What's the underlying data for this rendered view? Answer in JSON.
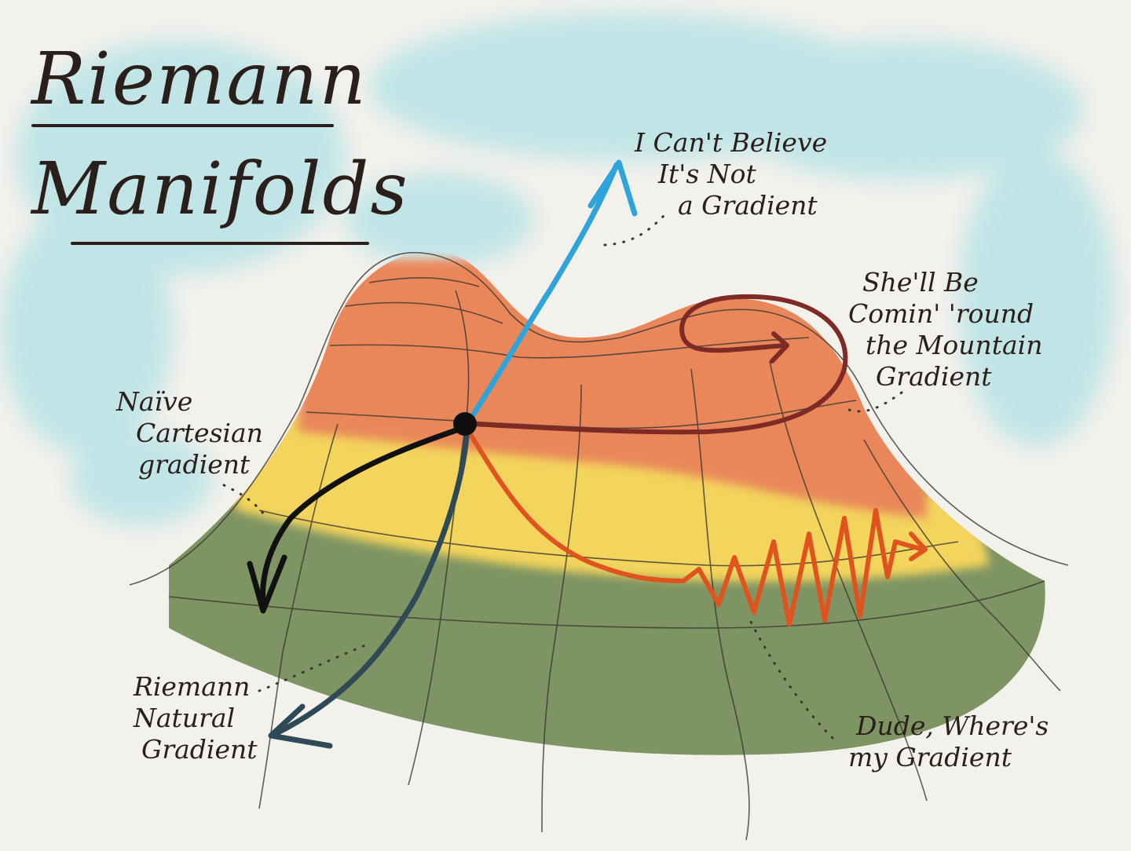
{
  "title": {
    "line1": "Riemann",
    "line2": "Manifolds"
  },
  "annotations": {
    "cant_believe": {
      "line1": "I Can't Believe",
      "line2": "It's Not",
      "line3": "a Gradient"
    },
    "shell_be": {
      "line1": "She'll Be",
      "line2": "Comin' 'round",
      "line3": "the Mountain",
      "line4": "Gradient"
    },
    "naive": {
      "line1": "Naïve",
      "line2": "Cartesian",
      "line3": "gradient"
    },
    "riemann_natural": {
      "line1": "Riemann",
      "line2": "Natural",
      "line3": "Gradient"
    },
    "dude": {
      "line1": "Dude, Where's",
      "line2": "my Gradient"
    }
  },
  "colors": {
    "sky": "#b9e3e6",
    "peak": "#e9875a",
    "band_yellow": "#f3d45c",
    "band_green": "#7e9463",
    "arrow_blue": "#2fa4da",
    "arrow_black": "#111111",
    "arrow_slate": "#2f4a57",
    "arrow_maroon": "#7e2a25",
    "arrow_orange": "#e0521e"
  }
}
